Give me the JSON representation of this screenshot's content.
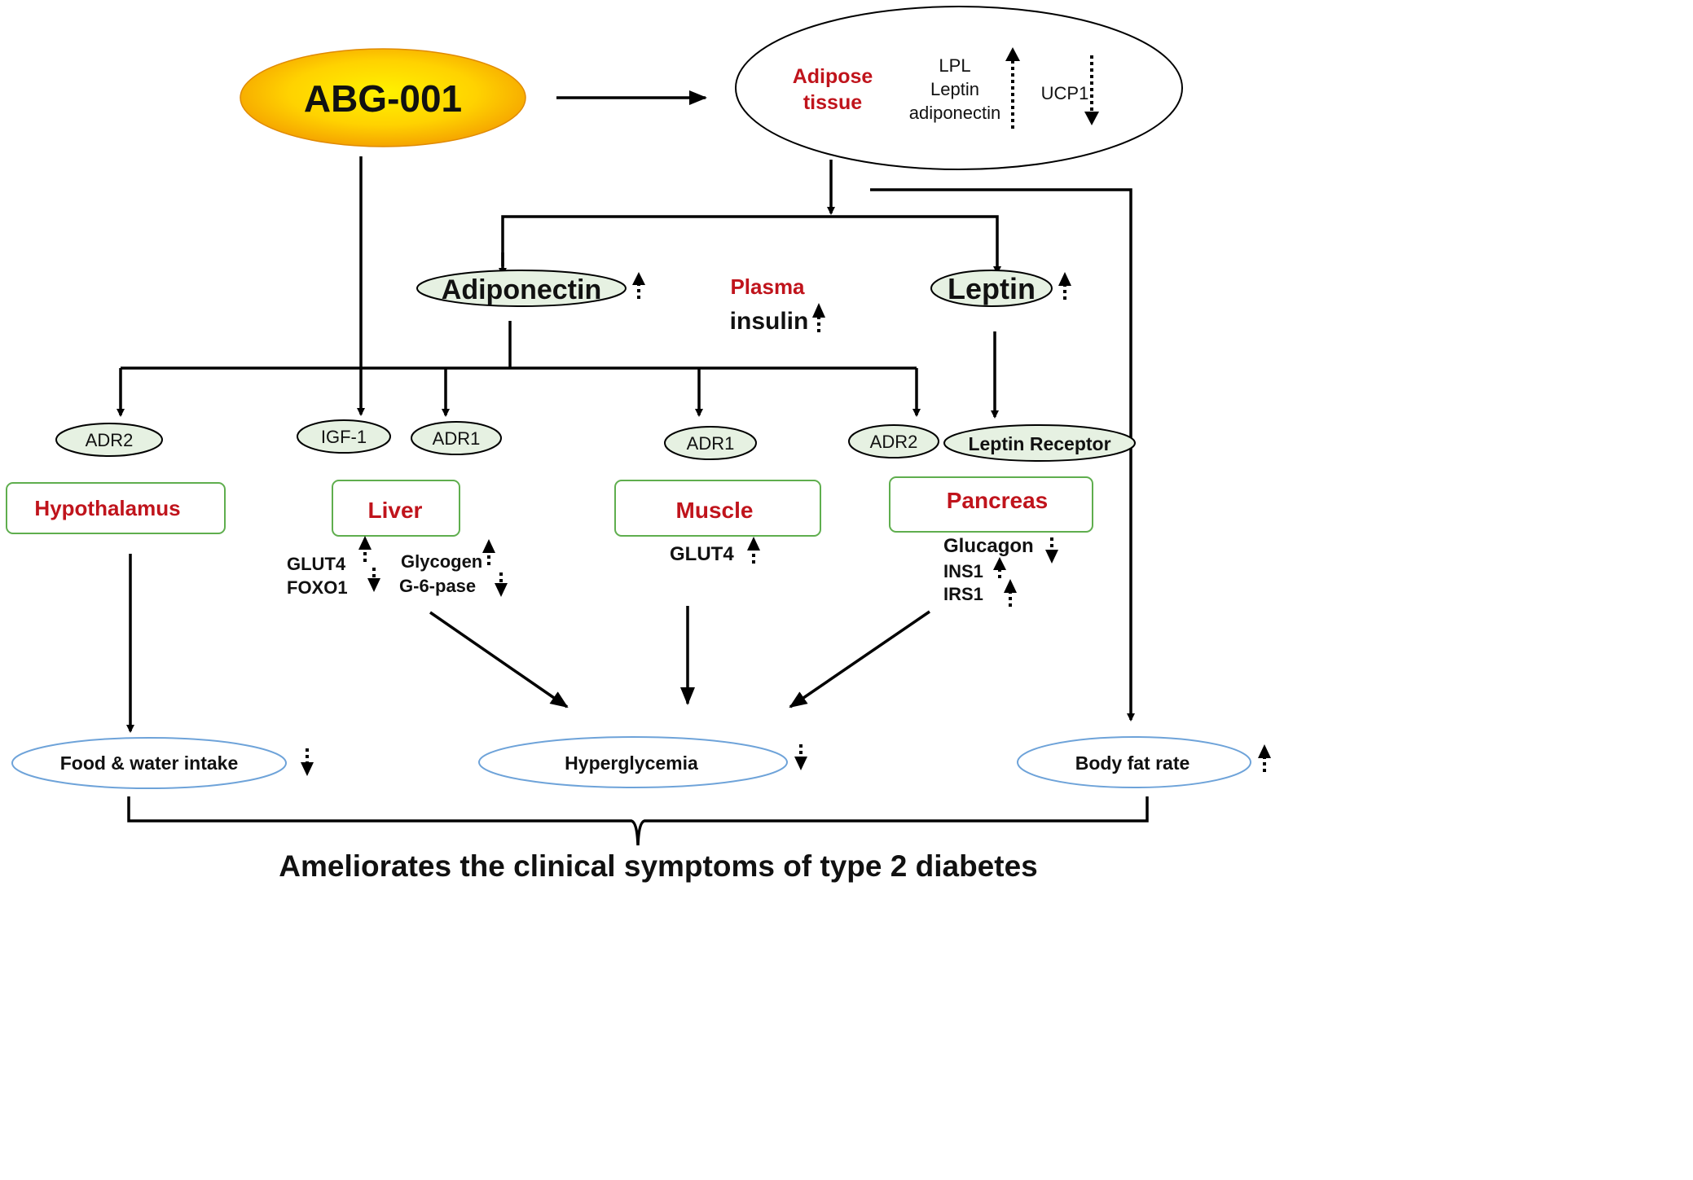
{
  "abg": {
    "label": "ABG-001"
  },
  "adipose": {
    "title_line1": "Adipose",
    "title_line2": "tissue",
    "up_items": [
      "LPL",
      "Leptin",
      "adiponectin"
    ],
    "down_item": "UCP1"
  },
  "hormones": {
    "adiponectin": "Adiponectin",
    "leptin": "Leptin",
    "plasma": "Plasma",
    "insulin": "insulin"
  },
  "receptors": {
    "adr2_left": "ADR2",
    "igf1": "IGF-1",
    "adr1_liver": "ADR1",
    "adr1_muscle": "ADR1",
    "adr2_right": "ADR2",
    "leptin_receptor": "Leptin Receptor"
  },
  "organs": {
    "hypothalamus": "Hypothalamus",
    "liver": "Liver",
    "muscle": "Muscle",
    "pancreas": "Pancreas"
  },
  "markers": {
    "glut4_liver": "GLUT4",
    "foxo1": "FOXO1",
    "glycogen": "Glycogen",
    "g6pase": "G-6-pase",
    "glut4_muscle": "GLUT4",
    "glucagon": "Glucagon",
    "ins1": "INS1",
    "irs1": "IRS1"
  },
  "outcomes": {
    "food": "Food & water intake",
    "hyper": "Hyperglycemia",
    "bodyfat": "Body fat rate"
  },
  "conclusion": "Ameliorates the clinical symptoms of type 2 diabetes",
  "colors": {
    "organ_title": "#c0141c",
    "receptor_fill": "#e6f1e2",
    "organ_border": "#5fae4e",
    "outcome_border": "#6ea3d9",
    "abg_center": "#ffe000",
    "abg_edge": "#f39a00"
  }
}
